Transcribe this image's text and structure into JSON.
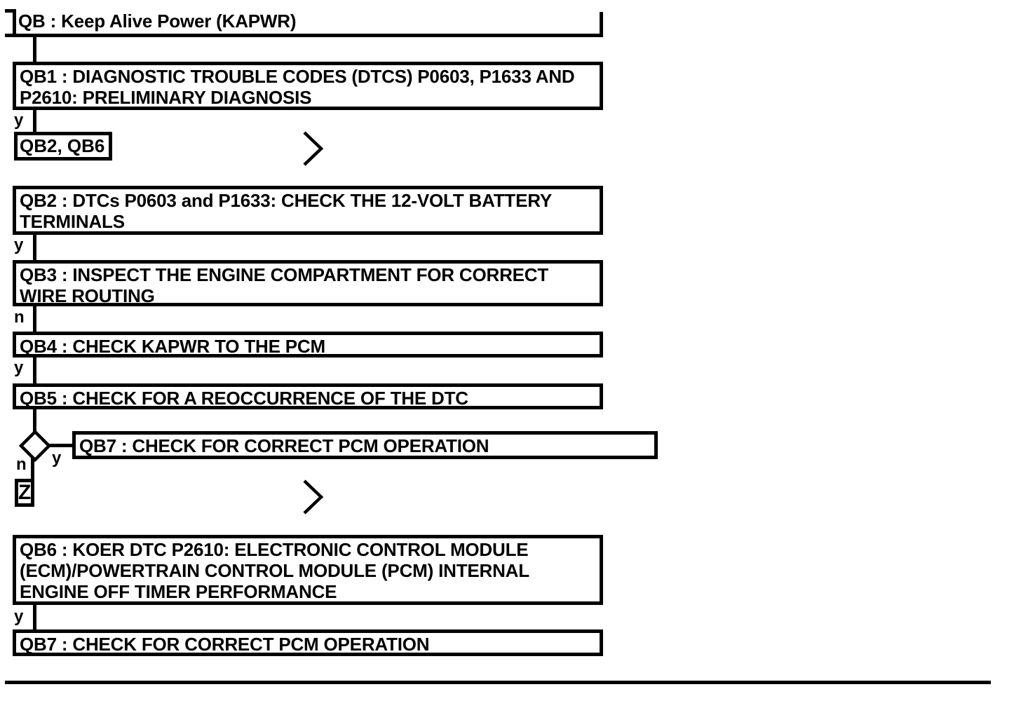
{
  "header": {
    "label": "QB : Keep Alive Power (KAPWR)"
  },
  "boxes": {
    "qb1": "QB1 : DIAGNOSTIC TROUBLE CODES (DTCS) P0603, P1633 AND P2610: PRELIMINARY DIAGNOSIS",
    "ref": "QB2, QB6",
    "qb2": "QB2 : DTCs P0603 and P1633: CHECK THE 12-VOLT BATTERY TERMINALS",
    "qb3": "QB3 : INSPECT THE ENGINE COMPARTMENT FOR CORRECT WIRE ROUTING",
    "qb4": "QB4 : CHECK KAPWR TO THE PCM",
    "qb5": "QB5 : CHECK FOR A REOCCURRENCE OF THE DTC",
    "qb7a": "QB7 : CHECK FOR CORRECT PCM OPERATION",
    "z": "Z",
    "qb6": "QB6 : KOER DTC P2610: ELECTRONIC CONTROL MODULE (ECM)/POWERTRAIN CONTROL MODULE (PCM) INTERNAL ENGINE OFF TIMER PERFORMANCE",
    "qb7b": "QB7 : CHECK FOR CORRECT PCM OPERATION"
  },
  "labels": {
    "yes": "y",
    "no": "n"
  },
  "colors": {
    "ink": "#000000",
    "background": "#ffffff"
  }
}
